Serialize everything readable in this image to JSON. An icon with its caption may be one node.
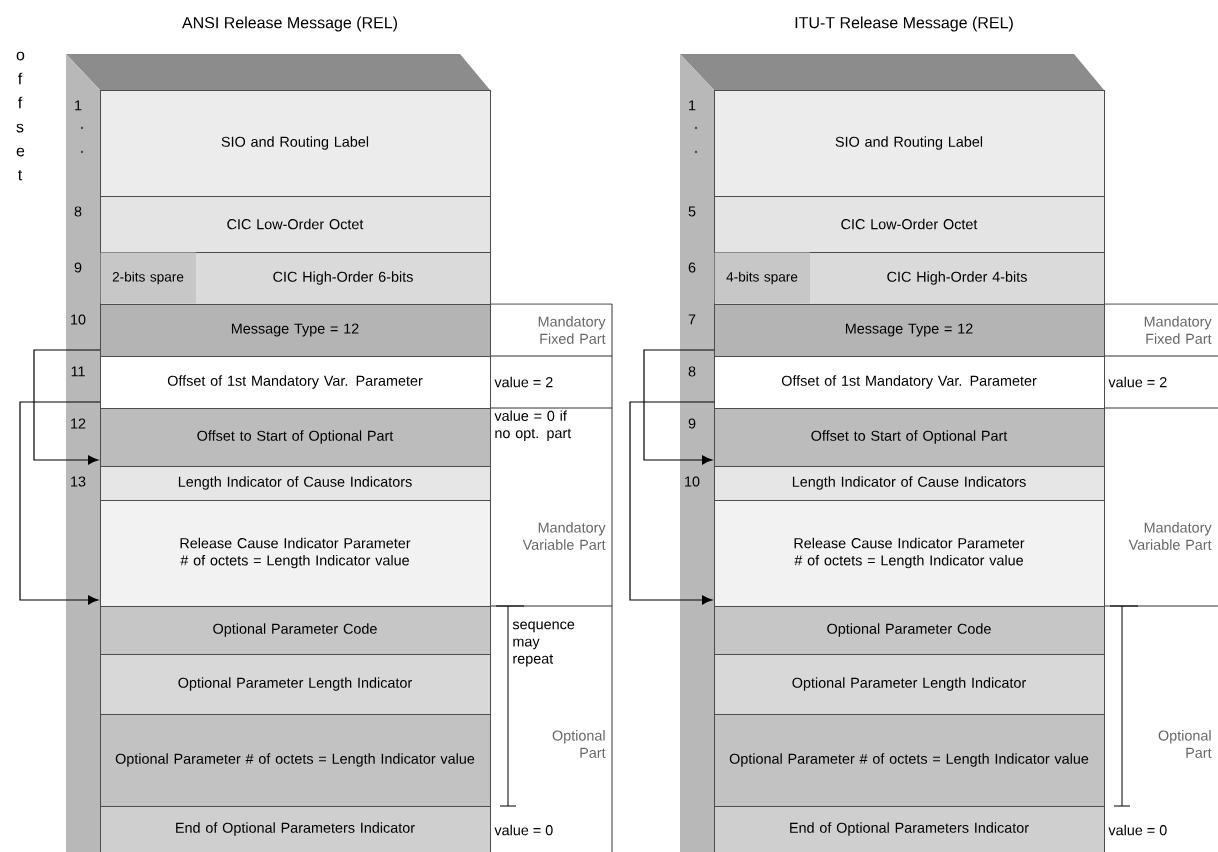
{
  "diagram": {
    "nodes": [
      {
        "text": [
          "SIO and Routing Label"
        ],
        "beside": [
          "1"
        ]
      },
      {
        "text": [
          "CIC Low-Order Octet"
        ],
        "beside": [
          "8"
        ]
      },
      {
        "text": [
          "2-bits spare",
          "CIC High-Order 6-bits"
        ],
        "beside": [
          "9"
        ]
      },
      {
        "text": [
          "Message Type = 12"
        ],
        "beside": [
          "10"
        ]
      },
      {
        "text": [
          "Offset of 1st Mandatory Var. Parameter"
        ],
        "beside": [
          "11",
          "value = 2"
        ]
      },
      {
        "text": [
          "Offset to Start of Optional Part"
        ],
        "beside": [
          "12",
          "value = 0 if no opt. part"
        ]
      },
      {
        "text": [
          "Length Indicator of Cause Indicators"
        ],
        "beside": [
          "13"
        ]
      },
      {
        "text": [
          "Release Cause Indicator Parameter # of octets = Length Indicator value"
        ]
      },
      {
        "text": [
          "Optional Parameter Code"
        ]
      },
      {
        "text": [
          "Optional Parameter Length Indicator"
        ]
      },
      {
        "text": [
          "Optional Parameter # of octets = Length Indicator value"
        ]
      },
      {
        "text": [
          "End of Optional Parameters Indicator"
        ],
        "beside": [
          "value = 0"
        ]
      },
      {
        "text": [
          "SIO and Routing Label"
        ],
        "beside": [
          "1"
        ]
      },
      {
        "text": [
          "CIC Low-Order Octet"
        ],
        "beside": [
          "5"
        ]
      },
      {
        "text": [
          "4-bits spare",
          "CIC High-Order 4-bits"
        ],
        "beside": [
          "6"
        ]
      },
      {
        "text": [
          "Message Type = 12"
        ],
        "beside": [
          "7"
        ]
      },
      {
        "text": [
          "Offset of 1st Mandatory Var. Parameter"
        ],
        "beside": [
          "8",
          "value = 2"
        ]
      },
      {
        "text": [
          "Offset to Start of Optional Part"
        ],
        "beside": [
          "9"
        ]
      },
      {
        "text": [
          "Length Indicator of Cause Indicators"
        ],
        "beside": [
          "10"
        ]
      },
      {
        "text": [
          "Release Cause Indicator Parameter # of octets = Length Indicator value"
        ]
      },
      {
        "text": [
          "Optional Parameter Code"
        ]
      },
      {
        "text": [
          "Optional Parameter Length Indicator"
        ]
      },
      {
        "text": [
          "Optional Parameter # of octets = Length Indicator value"
        ]
      },
      {
        "text": [
          "End of Optional Parameters Indicator"
        ],
        "beside": [
          "value = 0"
        ]
      }
    ],
    "edges": [
      {
        "from": 4,
        "to": 6,
        "arrow": "to"
      },
      {
        "from": 5,
        "to": 8,
        "arrow": "to"
      },
      {
        "from": 16,
        "to": 18,
        "arrow": "to"
      },
      {
        "from": 17,
        "to": 20,
        "arrow": "to"
      }
    ],
    "labels": [
      "ANSI Release Message (REL)",
      "ITU-T Release Message (REL)",
      "o f f s e t",
      "Mandatory Fixed Part",
      "Mandatory Variable Part",
      "sequence may repeat",
      "Optional Part",
      "Mandatory Fixed Part",
      "Mandatory Variable Part",
      "Optional Part"
    ]
  }
}
